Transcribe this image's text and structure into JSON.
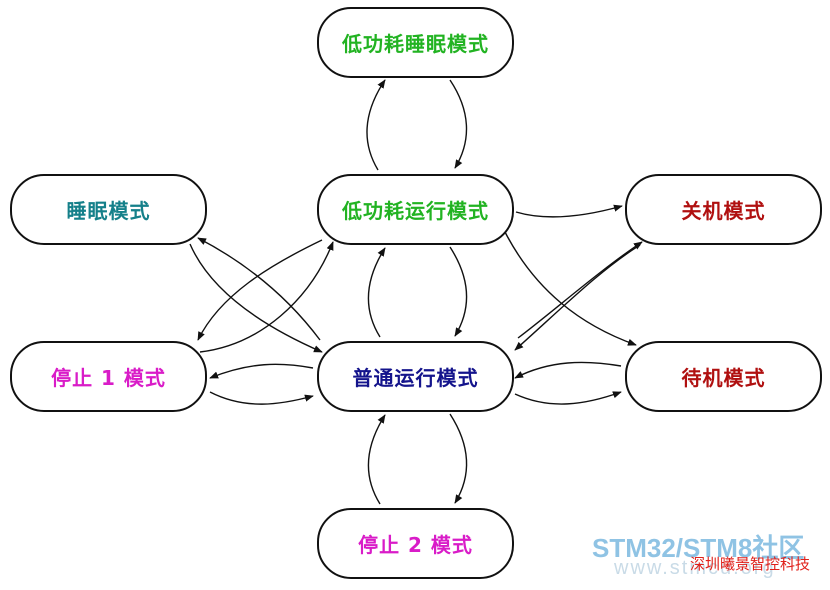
{
  "nodes": {
    "low_power_sleep": {
      "label": "低功耗睡眠模式",
      "color": "#22b322"
    },
    "low_power_run": {
      "label": "低功耗运行模式",
      "color": "#22b322"
    },
    "run": {
      "label": "普通运行模式",
      "color": "#14148c"
    },
    "stop2": {
      "label": "停止 2 模式",
      "color": "#d91cc8"
    },
    "sleep": {
      "label": "睡眠模式",
      "color": "#15808a"
    },
    "stop1": {
      "label": "停止 1 模式",
      "color": "#d91cc8"
    },
    "shutdown": {
      "label": "关机模式",
      "color": "#b01010"
    },
    "standby": {
      "label": "待机模式",
      "color": "#b01010"
    }
  },
  "edges": [
    {
      "from": "low_power_run",
      "to": "low_power_sleep"
    },
    {
      "from": "low_power_sleep",
      "to": "low_power_run"
    },
    {
      "from": "run",
      "to": "low_power_run"
    },
    {
      "from": "low_power_run",
      "to": "run"
    },
    {
      "from": "run",
      "to": "stop2"
    },
    {
      "from": "stop2",
      "to": "run"
    },
    {
      "from": "run",
      "to": "stop1"
    },
    {
      "from": "stop1",
      "to": "run"
    },
    {
      "from": "run",
      "to": "standby"
    },
    {
      "from": "standby",
      "to": "run"
    },
    {
      "from": "run",
      "to": "sleep"
    },
    {
      "from": "sleep",
      "to": "run"
    },
    {
      "from": "low_power_run",
      "to": "stop1"
    },
    {
      "from": "stop1",
      "to": "low_power_run"
    },
    {
      "from": "low_power_run",
      "to": "shutdown"
    },
    {
      "from": "low_power_run",
      "to": "standby"
    },
    {
      "from": "shutdown",
      "to": "run"
    }
  ],
  "watermark": {
    "title": "STM32/STM8社区",
    "company": "深圳曦景智控科技",
    "url": "www.stmcu.org"
  }
}
